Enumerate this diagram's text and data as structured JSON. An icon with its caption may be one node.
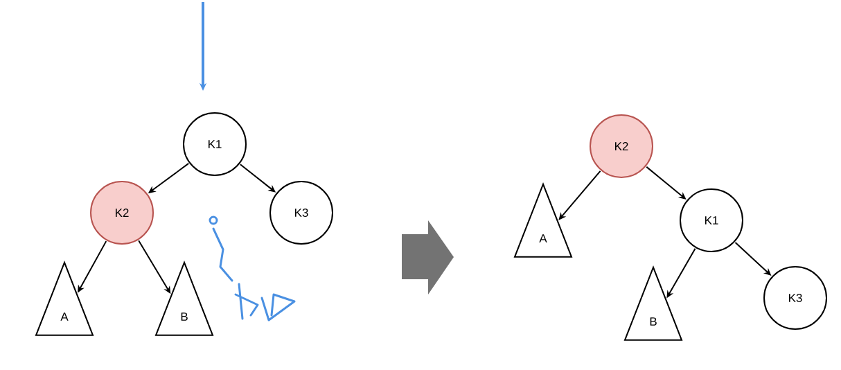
{
  "diagram": {
    "nodes": [
      {
        "text": [
          "K1"
        ]
      },
      {
        "text": [
          "K2"
        ]
      },
      {
        "text": [
          "K3"
        ]
      },
      {
        "text": [
          "A"
        ]
      },
      {
        "text": [
          "B"
        ]
      },
      {
        "text": [
          "K2"
        ]
      },
      {
        "text": [
          "A"
        ]
      },
      {
        "text": [
          "K1"
        ]
      },
      {
        "text": [
          "B"
        ]
      },
      {
        "text": [
          "K3"
        ]
      }
    ],
    "edges": [
      {
        "from": 0,
        "to": 1,
        "arrow": "to"
      },
      {
        "from": 0,
        "to": 2,
        "arrow": "to"
      },
      {
        "from": 1,
        "to": 3,
        "arrow": "to"
      },
      {
        "from": 1,
        "to": 4,
        "arrow": "to"
      },
      {
        "from": 5,
        "to": 6,
        "arrow": "to"
      },
      {
        "from": 5,
        "to": 7,
        "arrow": "to"
      },
      {
        "from": 7,
        "to": 8,
        "arrow": "to"
      },
      {
        "from": 7,
        "to": 9,
        "arrow": "to"
      },
      {
        "from": null,
        "to": 0,
        "arrow": "to",
        "style": "thick",
        "color": "#4a90e2"
      }
    ]
  }
}
